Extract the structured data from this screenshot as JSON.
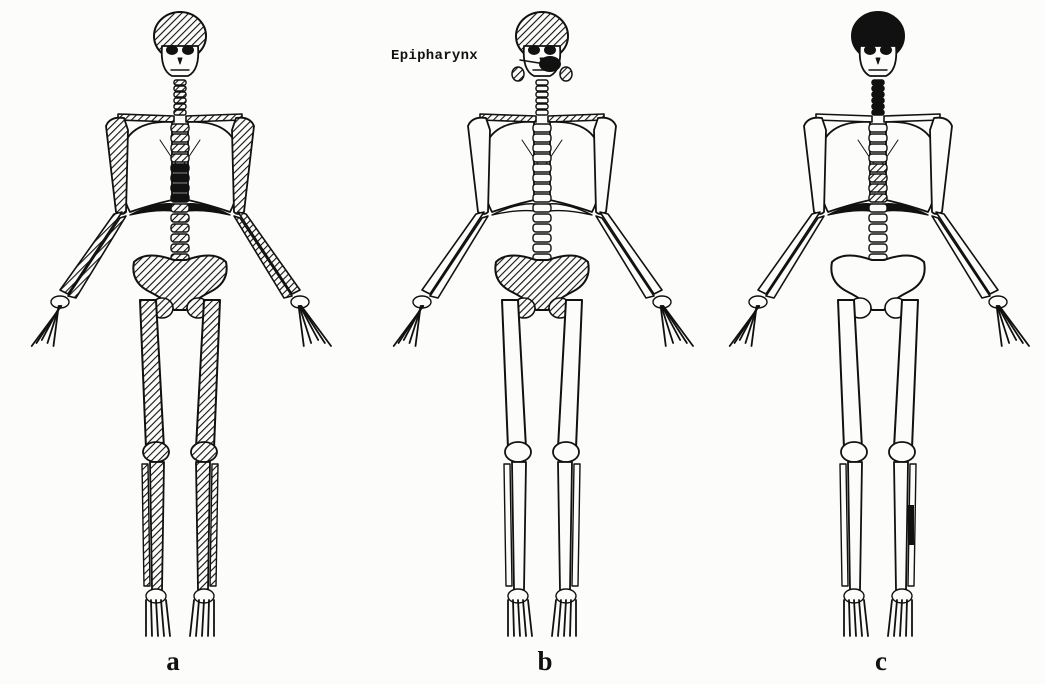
{
  "figure": {
    "panels": [
      {
        "id": "a",
        "label": "a",
        "pattern": "hatched-all"
      },
      {
        "id": "b",
        "label": "b",
        "pattern": "hatched-trunk"
      },
      {
        "id": "c",
        "label": "c",
        "pattern": "minimal-marks"
      }
    ],
    "callout": {
      "text": "Epipharynx",
      "panel": "b"
    }
  },
  "colors": {
    "ink": "#111111",
    "paper": "#fcfcfa"
  }
}
